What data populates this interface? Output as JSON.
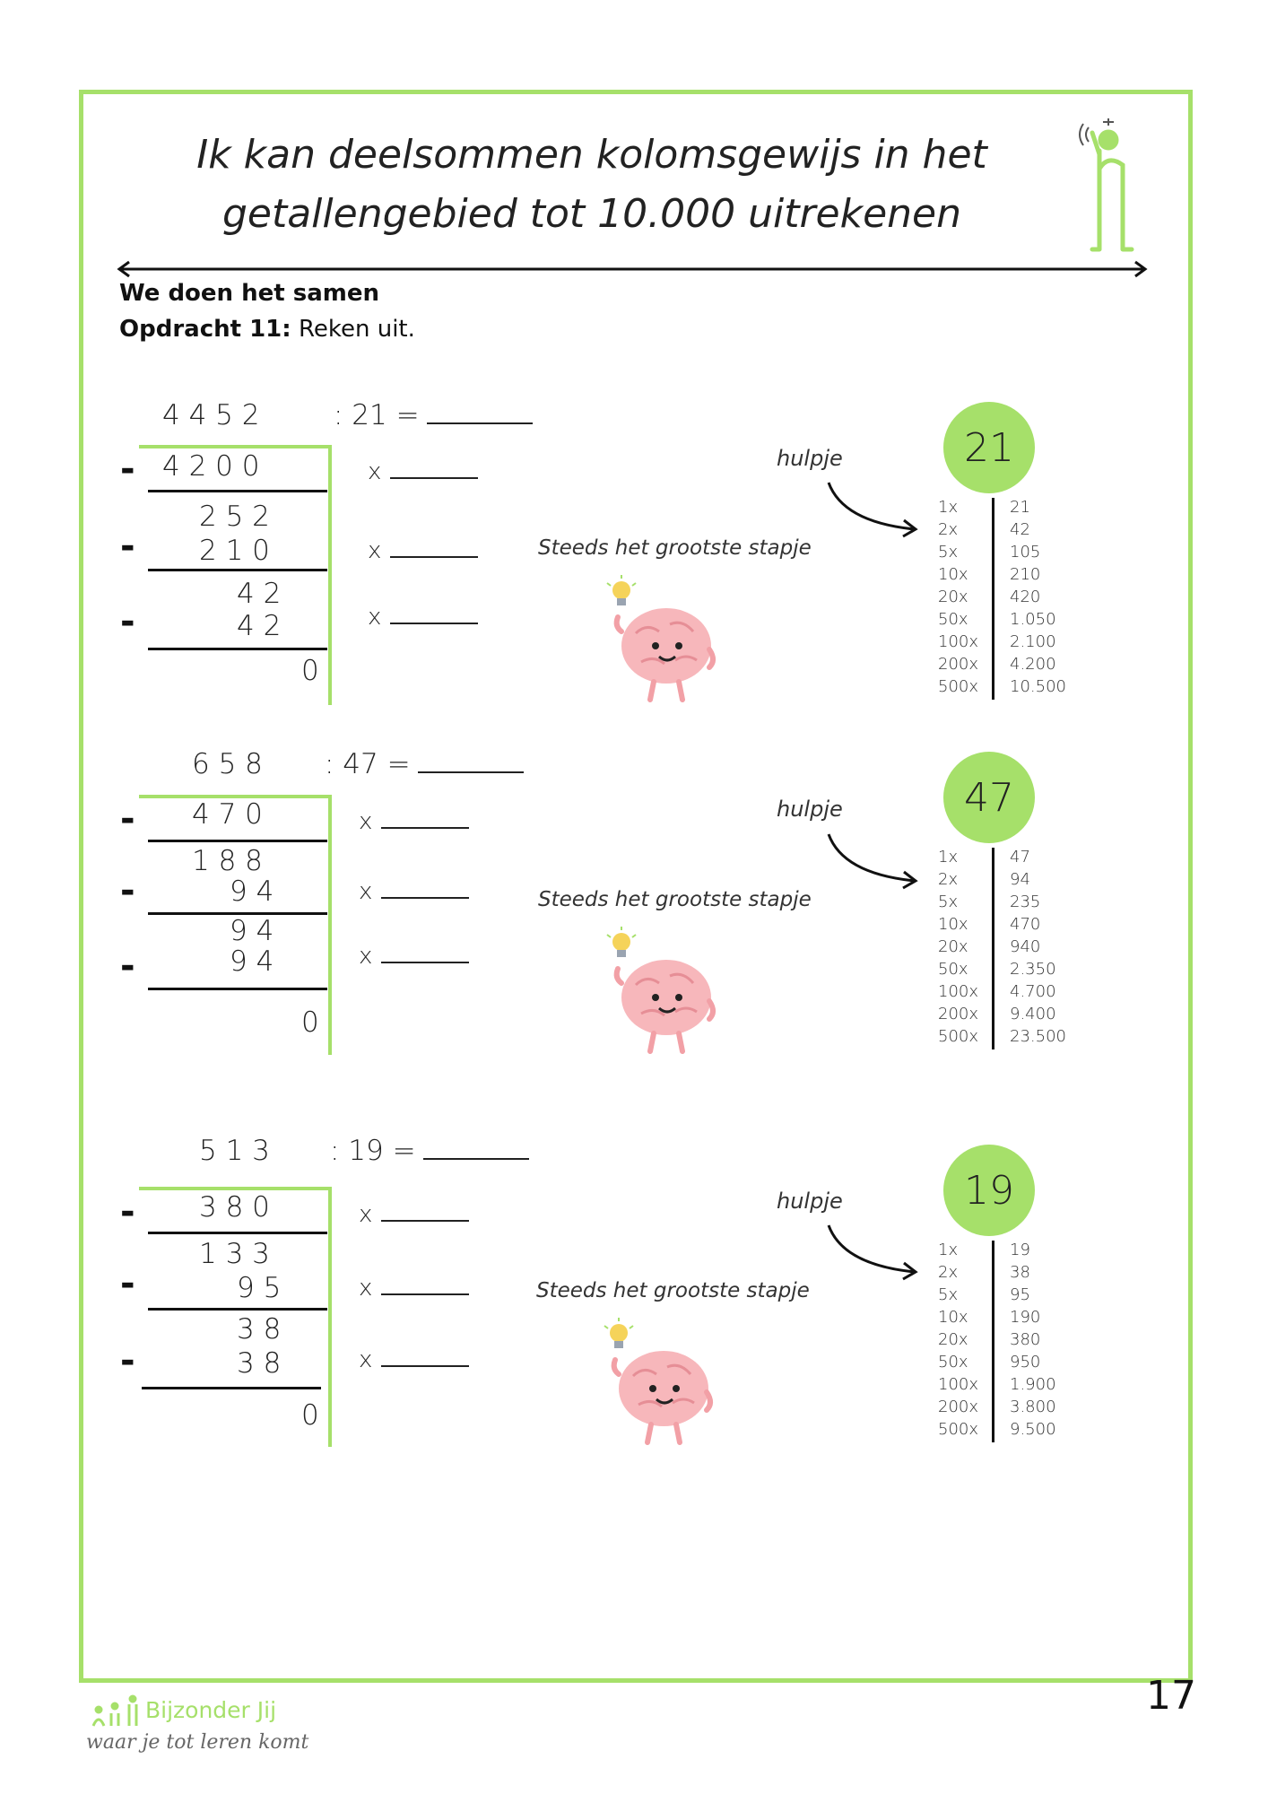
{
  "header": {
    "title_line1": "Ik kan deelsommen kolomsgewijs in het",
    "title_line2": "getallengebied tot 10.000 uitrekenen",
    "section": "We doen het samen",
    "task_label": "Opdracht 11:",
    "task_text": "Reken uit."
  },
  "problems": [
    {
      "dividend": "4 4 5 2",
      "divisor_label": ": 21 =",
      "steps": [
        "4 2 0 0",
        "2 5 2",
        "2 1 0",
        "4 2",
        "4 2",
        "0"
      ],
      "x_label": "x",
      "minus": "-",
      "hint_label": "hulpje",
      "strategy": "Steeds het grootste stapje",
      "circle": "21",
      "table": [
        {
          "m": "1x",
          "v": "21"
        },
        {
          "m": "2x",
          "v": "42"
        },
        {
          "m": "5x",
          "v": "105"
        },
        {
          "m": "10x",
          "v": "210"
        },
        {
          "m": "20x",
          "v": "420"
        },
        {
          "m": "50x",
          "v": "1.050"
        },
        {
          "m": "100x",
          "v": "2.100"
        },
        {
          "m": "200x",
          "v": "4.200"
        },
        {
          "m": "500x",
          "v": "10.500"
        }
      ]
    },
    {
      "dividend": "6 5 8",
      "divisor_label": ": 47 =",
      "steps": [
        "4 7 0",
        "1 8 8",
        "9 4",
        "9 4",
        "9 4",
        "0"
      ],
      "x_label": "x",
      "minus": "-",
      "hint_label": "hulpje",
      "strategy": "Steeds het grootste stapje",
      "circle": "47",
      "table": [
        {
          "m": "1x",
          "v": "47"
        },
        {
          "m": "2x",
          "v": "94"
        },
        {
          "m": "5x",
          "v": "235"
        },
        {
          "m": "10x",
          "v": "470"
        },
        {
          "m": "20x",
          "v": "940"
        },
        {
          "m": "50x",
          "v": "2.350"
        },
        {
          "m": "100x",
          "v": "4.700"
        },
        {
          "m": "200x",
          "v": "9.400"
        },
        {
          "m": "500x",
          "v": "23.500"
        }
      ]
    },
    {
      "dividend": "5 1 3",
      "divisor_label": ": 19 =",
      "steps": [
        "3 8 0",
        "1 3 3",
        "9 5",
        "3 8",
        "3 8",
        "0"
      ],
      "x_label": "x",
      "minus": "-",
      "hint_label": "hulpje",
      "strategy": "Steeds het grootste stapje",
      "circle": "19",
      "table": [
        {
          "m": "1x",
          "v": "19"
        },
        {
          "m": "2x",
          "v": "38"
        },
        {
          "m": "5x",
          "v": "95"
        },
        {
          "m": "10x",
          "v": "190"
        },
        {
          "m": "20x",
          "v": "380"
        },
        {
          "m": "50x",
          "v": "950"
        },
        {
          "m": "100x",
          "v": "1.900"
        },
        {
          "m": "200x",
          "v": "3.800"
        },
        {
          "m": "500x",
          "v": "9.500"
        }
      ]
    }
  ],
  "footer": {
    "page_number": "17",
    "brand": "Bijzonder Jij",
    "tagline": "waar je tot leren komt"
  },
  "colors": {
    "accent": "#a6e06a",
    "text": "#222222",
    "brain": "#f7b7bb"
  },
  "icons": [
    "mascot-icon",
    "brain-mascot-icon",
    "lightbulb-icon",
    "curved-arrow-icon",
    "double-arrow-icon"
  ]
}
